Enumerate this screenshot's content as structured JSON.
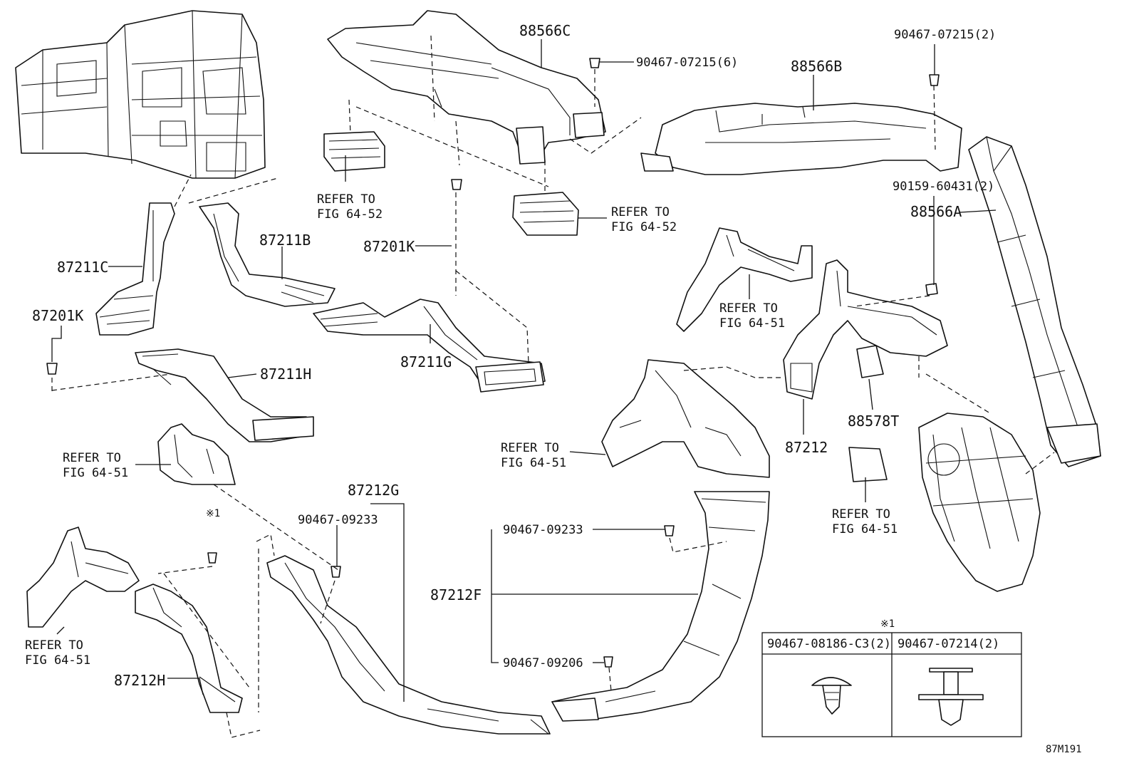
{
  "figure_id": "87M191",
  "refs": {
    "fig_64_52": [
      "REFER TO",
      "FIG 64-52"
    ],
    "fig_64_51": [
      "REFER TO",
      "FIG 64-51"
    ]
  },
  "parts": {
    "p88566C": "88566C",
    "p88566B": "88566B",
    "p88566A": "88566A",
    "p87211C": "87211C",
    "p87211B": "87211B",
    "p87211G": "87211G",
    "p87211H": "87211H",
    "p87201K_a": "87201K",
    "p87201K_b": "87201K",
    "p87212": "87212",
    "p88578T": "88578T",
    "p87212G": "87212G",
    "p87212F": "87212F",
    "p87212H": "87212H"
  },
  "fasteners": {
    "f_07215_6": "90467-07215(6)",
    "f_07215_2": "90467-07215(2)",
    "f_60431_2": "90159-60431(2)",
    "f_09233_a": "90467-09233",
    "f_09233_b": "90467-09233",
    "f_09206": "90467-09206",
    "note_mark": "※1"
  },
  "legend": {
    "mark": "※1",
    "col1": "90467-08186-C3(2)",
    "col2": "90467-07214(2)"
  }
}
